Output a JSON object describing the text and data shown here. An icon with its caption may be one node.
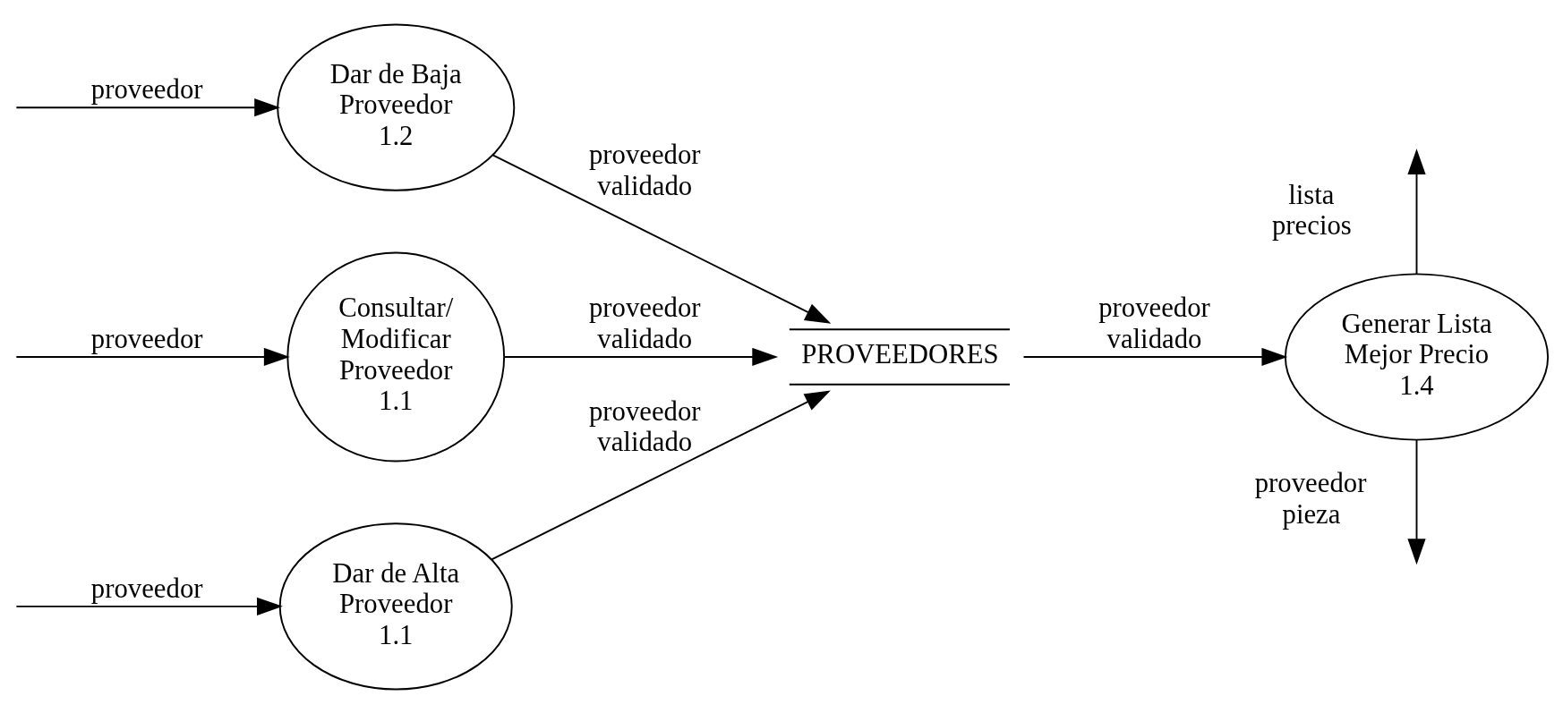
{
  "diagram": {
    "nodes": [
      {
        "text": [
          "Dar de Alta Proveedor",
          "1.1"
        ]
      },
      {
        "text": [
          "Dar de Baja Proveedor",
          "1.2"
        ]
      },
      {
        "text": [
          "Consultar/ Modificar Proveedor",
          "1.1"
        ]
      },
      {
        "text": [
          "PROVEEDORES"
        ]
      },
      {
        "text": [
          "Generar Lista Mejor Precio",
          "1.4"
        ]
      }
    ],
    "edges": [
      {
        "from": null,
        "to": 0,
        "arrow": "to",
        "label": "proveedor"
      },
      {
        "from": null,
        "to": 1,
        "arrow": "to",
        "label": "proveedor"
      },
      {
        "from": null,
        "to": 2,
        "arrow": "to",
        "label": "proveedor"
      },
      {
        "from": 0,
        "to": 3,
        "arrow": "to",
        "label": "proveedor validado"
      },
      {
        "from": 1,
        "to": 3,
        "arrow": "to",
        "label": "proveedor validado"
      },
      {
        "from": 2,
        "to": 3,
        "arrow": "to",
        "label": "proveedor validado"
      },
      {
        "from": 3,
        "to": 4,
        "arrow": "to",
        "label": "proveedor validado"
      },
      {
        "from": 4,
        "to": null,
        "arrow": "to",
        "label": "lista precios"
      },
      {
        "from": 4,
        "to": null,
        "arrow": "to",
        "label": "proveedor pieza"
      }
    ]
  }
}
